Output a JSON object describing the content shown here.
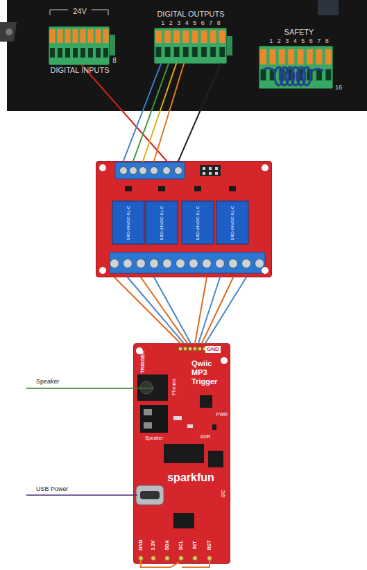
{
  "diagram": {
    "nodes": [
      {
        "text": [
          "24V",
          "DIGITAL INPUTS"
        ]
      },
      {
        "text": [
          "DIGITAL OUTPUTS",
          "1 2 3 4 5 6 7 8"
        ]
      },
      {
        "text": [
          "SAFETY",
          "1 2 3 4 5 6 7 8"
        ]
      },
      {
        "text": [
          "SRD-24VDC-SL-C",
          "SRD-24VDC-SL-C",
          "SRD-24VDC-SL-C",
          "SRD-24VDC-SL-C"
        ]
      },
      {
        "text": [
          "Qwiic MP3 Trigger",
          "sparkfun"
        ]
      }
    ],
    "edges": [
      {
        "from": 0,
        "to": 3,
        "arrow": "none"
      },
      {
        "from": 1,
        "to": 3,
        "arrow": "none"
      },
      {
        "from": 1,
        "to": 3,
        "arrow": "none"
      },
      {
        "from": 1,
        "to": 3,
        "arrow": "none"
      },
      {
        "from": 1,
        "to": 3,
        "arrow": "none"
      },
      {
        "from": 1,
        "to": 3,
        "arrow": "none"
      },
      {
        "from": 3,
        "to": 4,
        "arrow": "none"
      },
      {
        "from": 3,
        "to": 4,
        "arrow": "none"
      },
      {
        "from": 3,
        "to": 4,
        "arrow": "none"
      },
      {
        "from": 3,
        "to": 4,
        "arrow": "none"
      },
      {
        "from": 3,
        "to": 4,
        "arrow": "none"
      },
      {
        "from": 3,
        "to": 4,
        "arrow": "none"
      },
      {
        "from": 3,
        "to": 4,
        "arrow": "none"
      },
      {
        "from": 3,
        "to": 4,
        "arrow": "none"
      }
    ],
    "labels": [
      "8",
      "16",
      "TRIGGER",
      "GND",
      "Phones",
      "Speaker",
      "PWR",
      "ADR",
      "I2C",
      "GND",
      "3.3V",
      "SDA",
      "SCL",
      "INT",
      "RST",
      "Speaker",
      "USB Power"
    ]
  }
}
